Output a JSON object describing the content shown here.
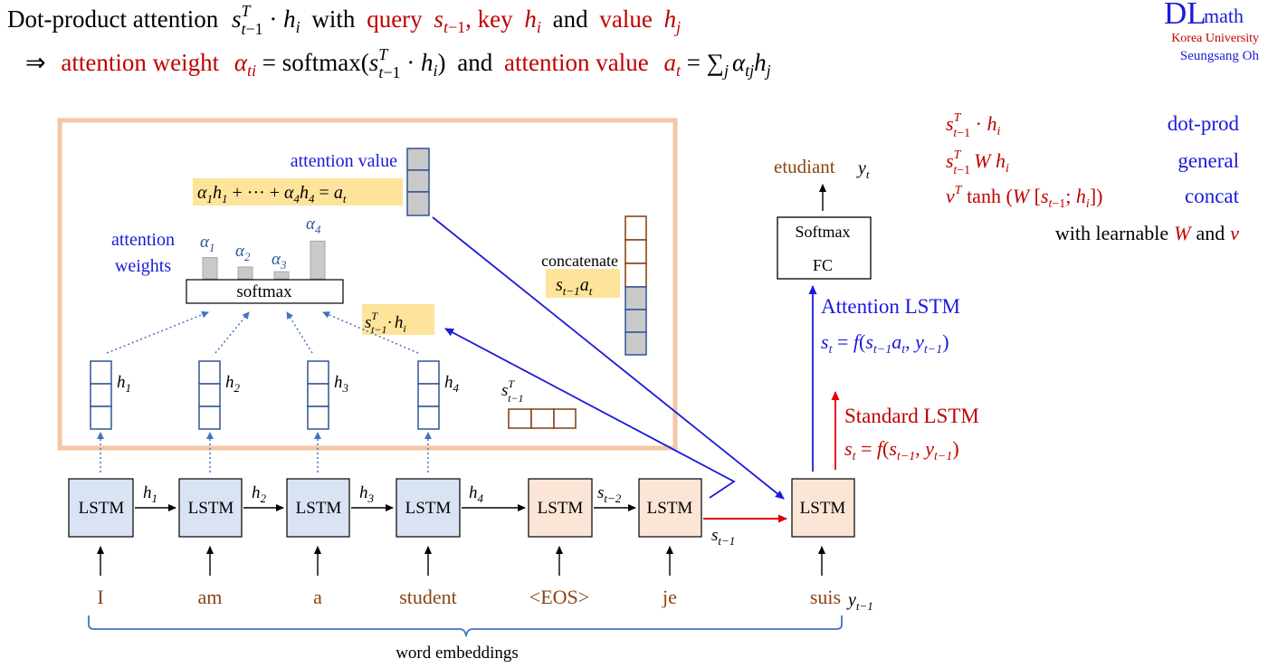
{
  "header": {
    "line1": {
      "lead": "Dot-product attention",
      "with": "with",
      "query_word": "query",
      "key_word": "key",
      "and_word": "and",
      "value_word": "value"
    },
    "line2": {
      "arrow": "⇒",
      "weight_label": "attention weight",
      "softmax_word": "softmax",
      "and_word": "and",
      "value_label": "attention value"
    }
  },
  "logo": {
    "dl": "DL",
    "math": "math",
    "university": "Korea University",
    "author": "Seungsang Oh"
  },
  "scores": {
    "dot_prod": "dot-prod",
    "general": "general",
    "concat": "concat",
    "tanh_word": "tanh",
    "learnable_lead": "with learnable",
    "and_word": "and"
  },
  "attention_box": {
    "value_title": "attention value",
    "weights_title_line1": "attention",
    "weights_title_line2": "weights",
    "softmax_label": "softmax",
    "concatenate_label": "concatenate",
    "weight_bars": [
      0.45,
      0.25,
      0.15,
      0.8
    ]
  },
  "encoder": {
    "cell_label": "LSTM",
    "inputs": [
      "I",
      "am",
      "a",
      "student"
    ]
  },
  "decoder": {
    "cell_label": "LSTM",
    "inputs": [
      "<EOS>",
      "je"
    ],
    "current_input": "suis"
  },
  "output": {
    "word": "etudiant",
    "softmax_label": "Softmax",
    "fc_label": "FC"
  },
  "lstm_variants": {
    "attention_title": "Attention LSTM",
    "standard_title": "Standard LSTM"
  },
  "footer": {
    "embeddings_label": "word embeddings"
  },
  "colors": {
    "red": "#c00000",
    "blue": "#1a1adc",
    "brown": "#8b4513",
    "encoder_fill": "#dae3f3",
    "decoder_fill": "#fbe5d6",
    "frame": "#f4c6a5",
    "highlight": "#fde49a",
    "vector_blue": "#2f5597",
    "vector_brown": "#843c0c"
  }
}
